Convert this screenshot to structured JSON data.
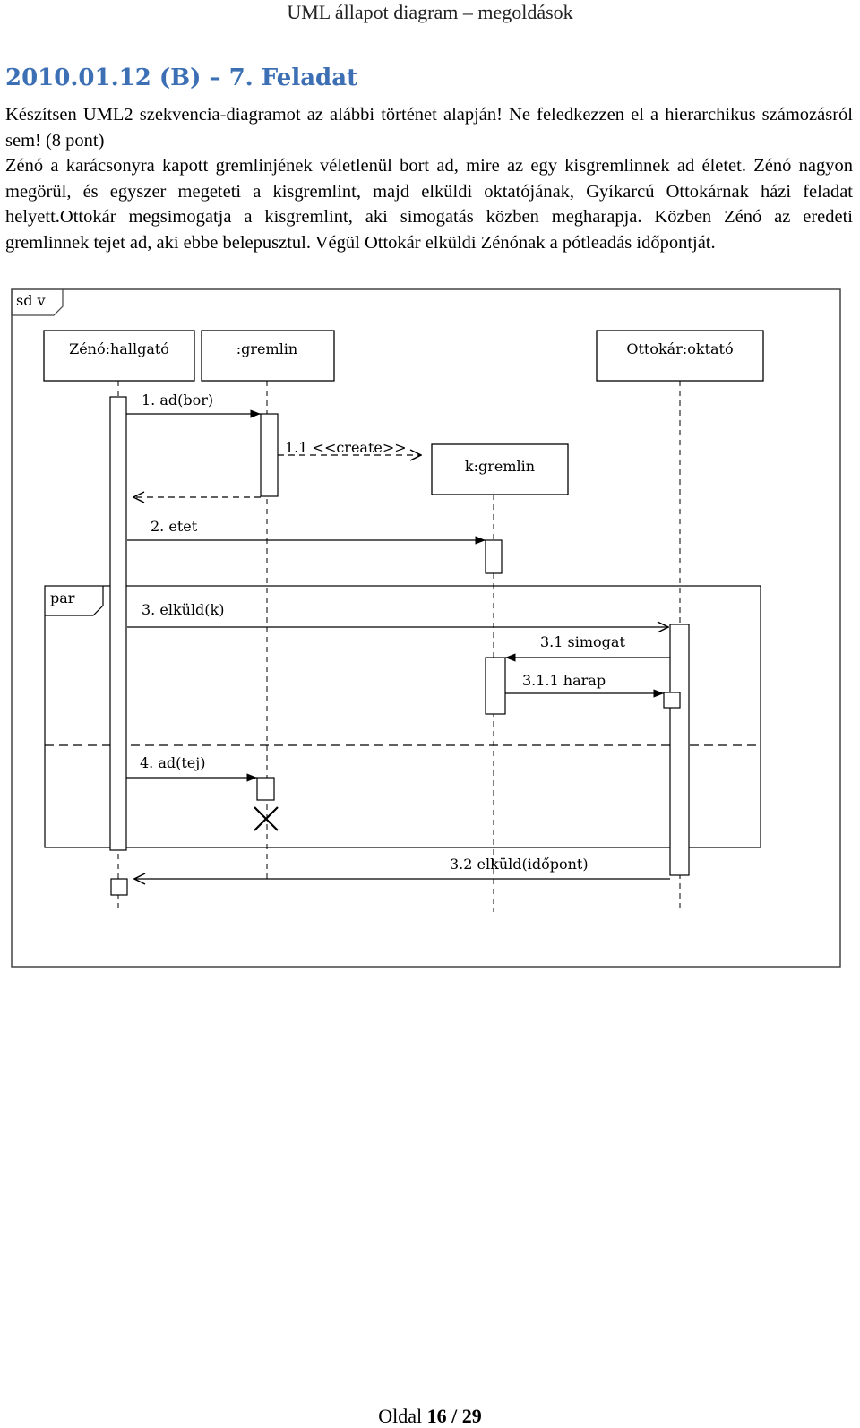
{
  "header": {
    "title": "UML állapot diagram – megoldások"
  },
  "task": {
    "title": "2010.01.12 (B) – 7. Feladat",
    "line1": "Készítsen UML2 szekvencia-diagramot az alábbi történet alapján! Ne feledkezzen el a hierarchikus számozásról sem! (8 pont)",
    "line2": "Zénó a karácsonyra kapott gremlinjének véletlenül bort ad, mire az egy kisgremlinnek ad életet. Zénó nagyon megörül, és egyszer megeteti a kisgremlint, majd elküldi oktatójának, Gyíkarcú Ottokárnak házi feladat helyett.Ottokár megsimogatja a kisgremlint, aki simogatás közben megharapja. Közben Zénó az eredeti gremlinnek tejet ad, aki ebbe belepusztul. Végül Ottokár elküldi Zénónak a pótleadás időpontját."
  },
  "diagram": {
    "frame_label": "sd v",
    "lifelines": {
      "zeno": "Zénó:hallgató",
      "gremlin": ":gremlin",
      "ottokar": "Ottokár:oktató",
      "kgremlin": "k:gremlin"
    },
    "fragment_label": "par",
    "messages": {
      "m1": "1. ad(bor)",
      "m11": "1.1 <<create>>",
      "m2": "2. etet",
      "m3": "3. elküld(k)",
      "m31": "3.1 simogat",
      "m311": "3.1.1 harap",
      "m4": "4. ad(tej)",
      "m32": "3.2 elküld(időpont)"
    }
  },
  "footer": {
    "prefix": "Oldal ",
    "page": "16",
    "separator": " / ",
    "total": "29"
  }
}
